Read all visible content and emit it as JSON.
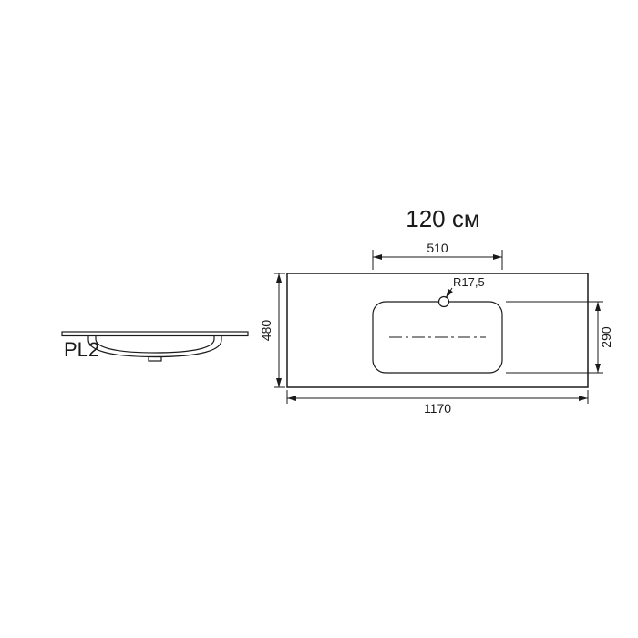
{
  "title": "120 см",
  "side_view": {
    "label": "PL2"
  },
  "top_view": {
    "dim_cutout_width": "510",
    "dim_radius": "R17,5",
    "dim_depth": "480",
    "dim_cutout_depth": "290",
    "dim_width": "1170"
  },
  "colors": {
    "line": "#1a1a1a",
    "background": "#ffffff"
  }
}
